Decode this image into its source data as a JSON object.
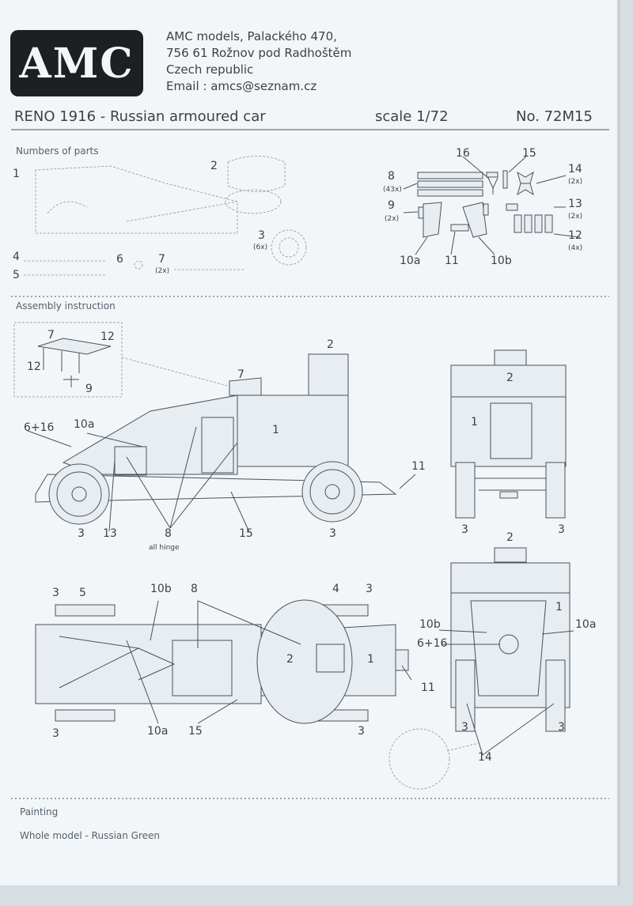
{
  "header": {
    "logo_text": "AMC",
    "address_lines": [
      "AMC models, Palackého 470,",
      "756 61 Rožnov pod Radhoštěm",
      "Czech republic",
      "Email : amcs@seznam.cz"
    ],
    "product": "RENO 1916 - Russian armoured car",
    "scale": "scale 1/72",
    "catalog_no": "No. 72M15"
  },
  "parts_section": {
    "title": "Numbers of parts",
    "labels": {
      "p1": "1",
      "p2": "2",
      "p3": "3",
      "p3q": "(6x)",
      "p4": "4",
      "p5": "5",
      "p6": "6",
      "p7": "7",
      "p7q": "(2x)",
      "pe8": "8",
      "pe8q": "(43x)",
      "pe9": "9",
      "pe9q": "(2x)",
      "pe10a": "10a",
      "pe11": "11",
      "pe10b": "10b",
      "pe12": "12",
      "pe12q": "(4x)",
      "pe13": "13",
      "pe13q": "(2x)",
      "pe14": "14",
      "pe14q": "(2x)",
      "pe15": "15",
      "pe16": "16"
    }
  },
  "assembly_section": {
    "title": "Assembly instruction",
    "labels": {
      "d7": "7",
      "d12a": "12",
      "d12b": "12",
      "d9": "9",
      "s2": "2",
      "s7": "7",
      "s1": "1",
      "s616": "6+16",
      "s10a": "10a",
      "s11": "11",
      "s3a": "3",
      "s13": "13",
      "s8": "8",
      "s_hinge": "all hinge",
      "s15": "15",
      "s3b": "3",
      "r2": "2",
      "r1": "1",
      "r3a": "3",
      "r3b": "3",
      "f2": "2",
      "f1": "1",
      "f10b": "10b",
      "f10a": "10a",
      "f616": "6+16",
      "f3a": "3",
      "f3b": "3",
      "f14": "14",
      "t3a": "3",
      "t5": "5",
      "t10b": "10b",
      "t8": "8",
      "t4": "4",
      "t3b": "3",
      "t2": "2",
      "t1": "1",
      "t11": "11",
      "t3c": "3",
      "t10a": "10a",
      "t15": "15",
      "t3d": "3"
    }
  },
  "painting": {
    "title": "Painting",
    "text": "Whole model - Russian Green"
  }
}
